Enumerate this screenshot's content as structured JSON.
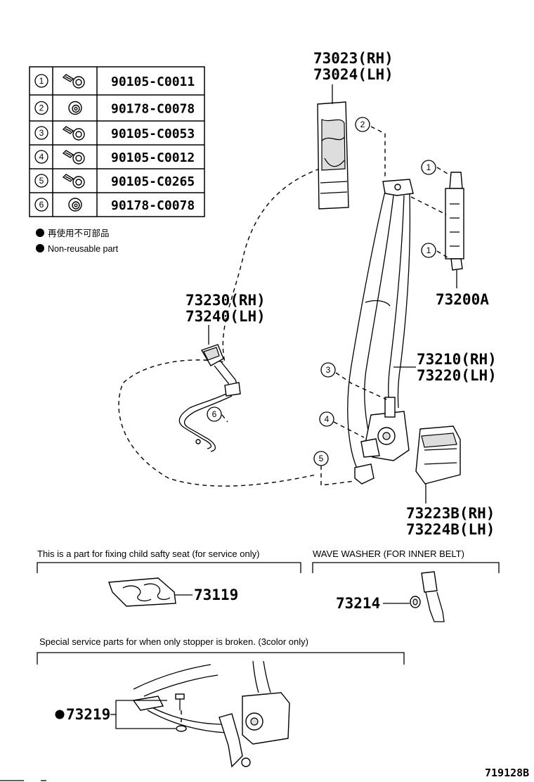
{
  "fastener_table": [
    {
      "ref": "1",
      "part": "90105-C0011",
      "icon": "bolt-icon"
    },
    {
      "ref": "2",
      "part": "90178-C0078",
      "icon": "nut-icon"
    },
    {
      "ref": "3",
      "part": "90105-C0053",
      "icon": "bolt-icon"
    },
    {
      "ref": "4",
      "part": "90105-C0012",
      "icon": "bolt-icon"
    },
    {
      "ref": "5",
      "part": "90105-C0265",
      "icon": "bolt-icon"
    },
    {
      "ref": "6",
      "part": "90178-C0078",
      "icon": "nut-icon"
    }
  ],
  "legend": {
    "jp": "再使用不可部品",
    "en": "Non-reusable part"
  },
  "labels": {
    "shoulder_anchor_rh": "73023(RH)",
    "shoulder_anchor_lh": "73024(LH)",
    "adjuster": "73200A",
    "inner_belt_rh": "73230(RH)",
    "inner_belt_lh": "73240(LH)",
    "outer_belt_rh": "73210(RH)",
    "outer_belt_lh": "73220(LH)",
    "retractor_cover_rh": "73223B(RH)",
    "retractor_cover_lh": "73224B(LH)"
  },
  "callouts": [
    "1",
    "2",
    "3",
    "4",
    "5",
    "6"
  ],
  "child_seat_section": {
    "caption": "This is a part for fixing child safty seat (for service only)",
    "part": "73119"
  },
  "wave_washer_section": {
    "caption": "WAVE WASHER (FOR INNER BELT)",
    "part": "73214"
  },
  "stopper_section": {
    "caption": "Special service parts for when only stopper is broken. (3color only)",
    "part": "73219"
  },
  "figure_id": "719128B"
}
